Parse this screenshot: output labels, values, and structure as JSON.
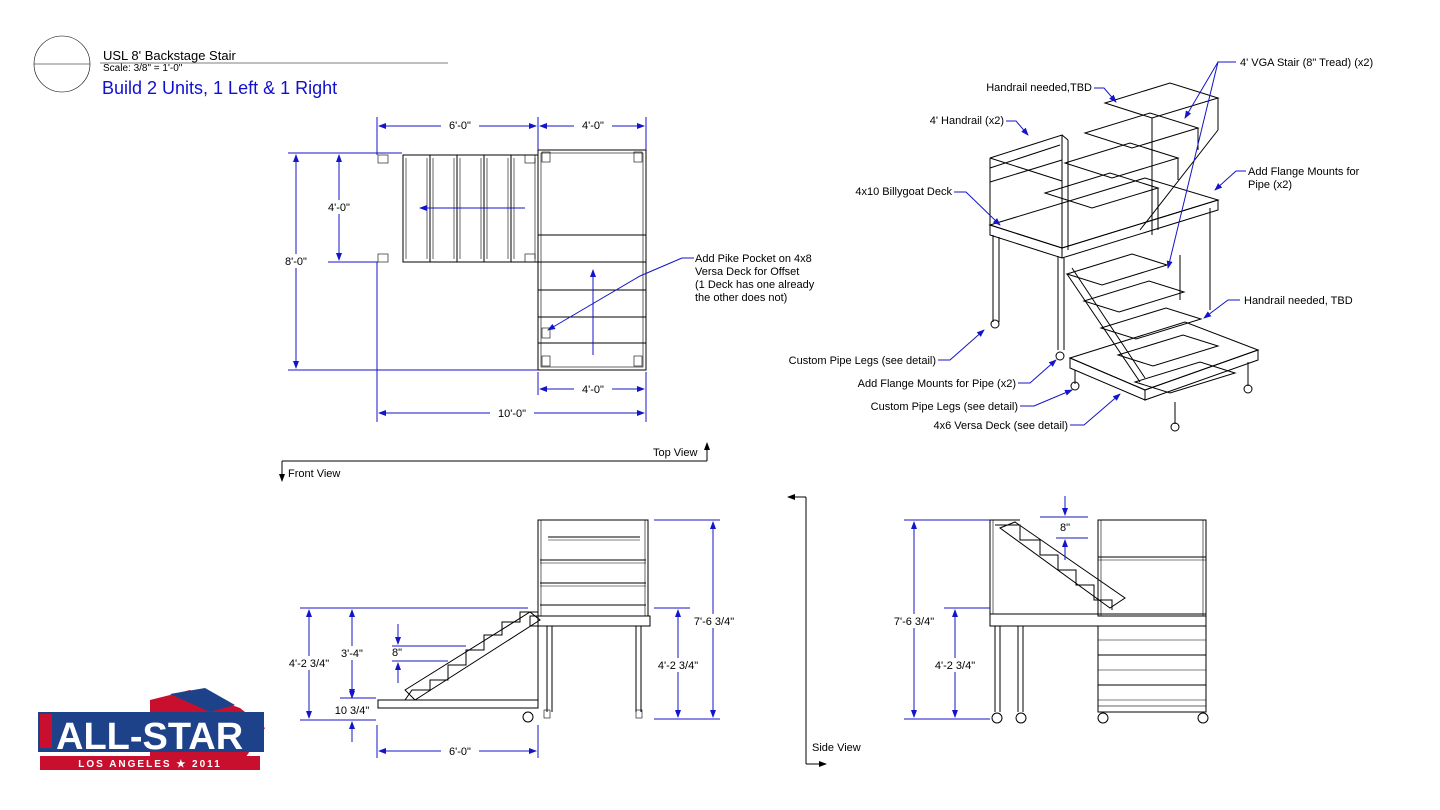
{
  "title_block": {
    "title": "USL 8' Backstage Stair",
    "scale": "Scale: 3/8\" = 1'-0\"",
    "subtitle": "Build 2 Units, 1 Left & 1 Right"
  },
  "top_view": {
    "dims": {
      "stair_length": "6'-0\"",
      "deck_width_top": "4'-0\"",
      "stair_width": "4'-0\"",
      "overall_depth": "8'-0\"",
      "deck_width_bottom": "4'-0\"",
      "overall_length": "10'-0\""
    },
    "note": [
      "Add Pike Pocket on 4x8",
      "Versa Deck for Offset",
      "(1 Deck has one already",
      "the other does not)"
    ]
  },
  "view_labels": {
    "top": "Top View",
    "front": "Front View",
    "side": "Side View"
  },
  "front_view": {
    "dims": {
      "lower_height": "4'-2 3/4\"",
      "stair_rise": "3'-4\"",
      "tread": "8\"",
      "base": "10 3/4\"",
      "run": "6'-0\"",
      "upper_total": "7'-6 3/4\"",
      "deck_height": "4'-2 3/4\""
    }
  },
  "side_view": {
    "dims": {
      "tread": "8\"",
      "upper_total": "7'-6 3/4\"",
      "deck_height": "4'-2 3/4\""
    }
  },
  "iso_callouts": [
    "4' VGA Stair (8\" Tread) (x2)",
    "Handrail needed,TBD",
    "4' Handrail (x2)",
    "Add Flange Mounts for",
    "Pipe (x2)",
    "4x10 Billygoat Deck",
    "Handrail needed, TBD",
    "Custom Pipe Legs (see detail)",
    "Add Flange Mounts for Pipe (x2)",
    "Custom Pipe Legs (see detail)",
    "4x6 Versa Deck (see detail)"
  ],
  "logo": {
    "main": "ALL-STAR",
    "sub": "LOS ANGELES ★ 2011"
  },
  "colors": {
    "dimension_blue": "#1414c8",
    "line_black": "#000000",
    "logo_red": "#c8102e",
    "logo_navy": "#1d428a"
  }
}
